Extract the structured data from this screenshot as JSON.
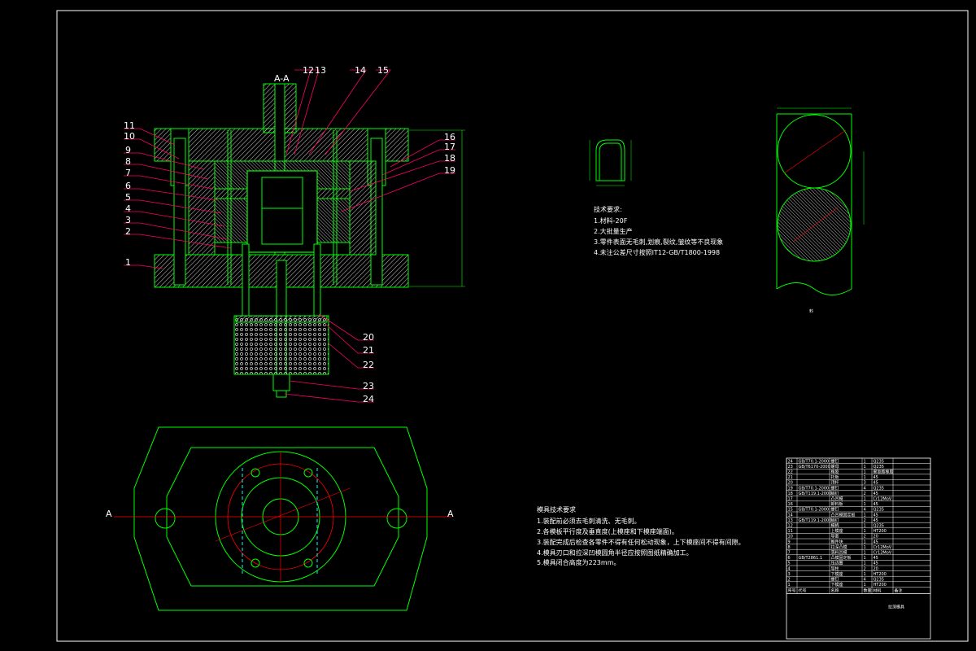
{
  "section_label": "A-A",
  "part_numbers_top": [
    "12",
    "13",
    "14",
    "15"
  ],
  "part_numbers_left": [
    "11",
    "10",
    "9",
    "8",
    "7",
    "6",
    "5",
    "4",
    "3",
    "2",
    "1"
  ],
  "part_numbers_right": [
    "16",
    "17",
    "18",
    "19"
  ],
  "part_numbers_bottom": [
    "20",
    "21",
    "22",
    "23",
    "24"
  ],
  "view_label_left": "A",
  "view_label_right": "A",
  "tech_req1": {
    "title": "技术要求:",
    "lines": [
      "1.材料-20F",
      "2.大批量生产",
      "3.零件表面无毛刺,划痕,裂纹,皱纹等不良现象",
      "4.未注公差尺寸按照IT12-GB/T1800-1998"
    ]
  },
  "tech_req2": {
    "title": "模具技术要求",
    "lines": [
      "1.装配前必须去毛刺清洗、无毛刺。",
      "2.各模板平行度及垂直度(上模座和下模座端面)。",
      "3.装配完成后检查各零件不得有任何松动现象，上下模座间不得有间隙。",
      "4.模具刃口和拉深凹模圆角半径应按照图纸精确加工。",
      "5.模具闭合高度为223mm。"
    ]
  },
  "stock_label": "料",
  "title_block": {
    "drawing_name": "拉深模具",
    "rows": [
      [
        "24",
        "GB/T70.1-2000",
        "螺钉",
        "1",
        "Q235"
      ],
      [
        "23",
        "GB/T6170-2000",
        "螺母",
        "1",
        "Q235"
      ],
      [
        "22",
        "",
        "橡胶",
        "1",
        "聚氨酯橡胶"
      ],
      [
        "21",
        "",
        "托板",
        "1",
        "45"
      ],
      [
        "20",
        "",
        "顶杆",
        "3",
        "45"
      ],
      [
        "19",
        "GB/T70.1-2000",
        "螺钉",
        "4",
        "Q235"
      ],
      [
        "18",
        "GB/T119.1-2000",
        "销钉",
        "2",
        "45"
      ],
      [
        "17",
        "",
        "凸凹模",
        "1",
        "Cr12MoV"
      ],
      [
        "16",
        "",
        "卸料板",
        "1",
        "45"
      ],
      [
        "15",
        "GB/T70.1-2000",
        "螺钉",
        "4",
        "Q235"
      ],
      [
        "14",
        "",
        "凸凹模固定板",
        "1",
        "45"
      ],
      [
        "13",
        "GB/T119.1-2000",
        "销钉",
        "2",
        "45"
      ],
      [
        "12",
        "",
        "模柄",
        "1",
        "Q235"
      ],
      [
        "11",
        "",
        "上模座",
        "1",
        "HT200"
      ],
      [
        "10",
        "",
        "导套",
        "2",
        "20"
      ],
      [
        "9",
        "",
        "推件块",
        "1",
        "45"
      ],
      [
        "8",
        "",
        "拉深凸模",
        "1",
        "Cr12MoV"
      ],
      [
        "7",
        "",
        "落料凹模",
        "1",
        "Cr12MoV"
      ],
      [
        "6",
        "GB/T2861.1",
        "凸模固定板",
        "1",
        "45"
      ],
      [
        "5",
        "",
        "压边圈",
        "1",
        "45"
      ],
      [
        "4",
        "",
        "导柱",
        "2",
        "20"
      ],
      [
        "3",
        "",
        "下模座",
        "1",
        "HT200"
      ],
      [
        "2",
        "",
        "螺钉",
        "4",
        "Q235"
      ],
      [
        "1",
        "",
        "下模座",
        "1",
        "HT200"
      ]
    ],
    "header": [
      "序号",
      "代号",
      "名称",
      "数量",
      "材料",
      "备注"
    ]
  },
  "colors": {
    "line": "#00ff00",
    "leader": "#ff0066",
    "hatch": "#ffffff",
    "center": "#ff0000",
    "hidden": "#00ffff",
    "dim": "#ff3333"
  }
}
